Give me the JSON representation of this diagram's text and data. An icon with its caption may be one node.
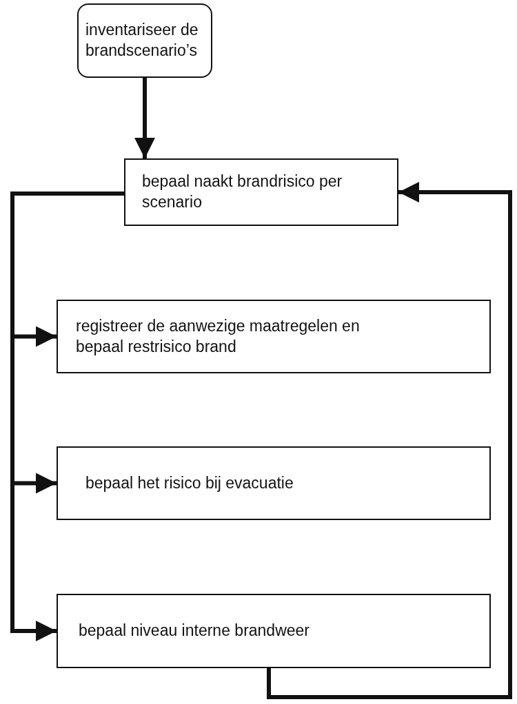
{
  "diagram": {
    "nodes": [
      {
        "text": [
          "inventariseer de brandscenario’s"
        ]
      },
      {
        "text": [
          "bepaal naakt brandrisico per scenario"
        ]
      },
      {
        "text": [
          "registreer de aanwezige maatregelen en bepaal restrisico brand"
        ]
      },
      {
        "text": [
          "bepaal het risico bij evacuatie"
        ]
      },
      {
        "text": [
          "bepaal niveau interne brandweer"
        ]
      }
    ],
    "edges": [
      {
        "from": 0,
        "to": 1,
        "arrow": "to"
      },
      {
        "from": 1,
        "to": 2,
        "arrow": "to"
      },
      {
        "from": 1,
        "to": 3,
        "arrow": "to"
      },
      {
        "from": 1,
        "to": 4,
        "arrow": "to"
      },
      {
        "from": 4,
        "to": 1,
        "arrow": "to"
      }
    ]
  }
}
